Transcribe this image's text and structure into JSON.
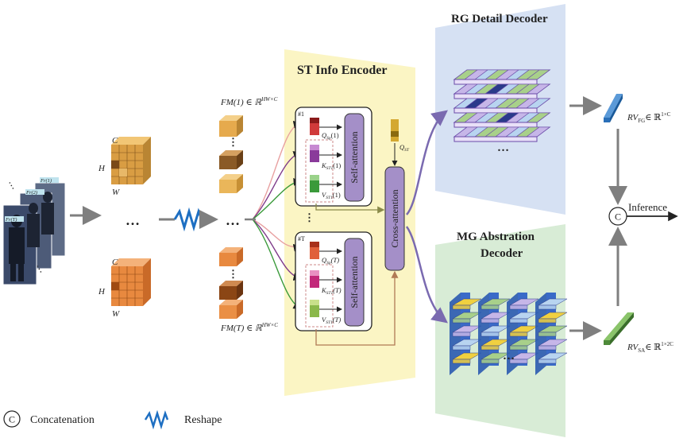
{
  "encoder": {
    "title": "ST Info Encoder",
    "self_attention": "Self-attention",
    "cross_attention": "Cross-attention",
    "group1_index": "#1",
    "groupT_index": "#T",
    "q_st": "Q",
    "q_st_sub": "ST",
    "q_sp_1": "Q",
    "q_sp_1_sub": "Sp",
    "q_sp_1_arg": "(1)",
    "k_st1_1": "K",
    "k_st1_1_sub": "ST1",
    "k_st1_1_arg": "(1)",
    "v_st1_1": "V",
    "v_st1_1_sub": "ST1",
    "v_st1_1_arg": "(1)",
    "q_sp_t": "Q",
    "q_sp_t_sub": "Sp",
    "q_sp_t_arg": "(T)",
    "k_st1_t": "K",
    "k_st1_t_sub": "ST1",
    "k_st1_t_arg": "(T)",
    "v_st1_t": "V",
    "v_st1_t_sub": "ST1",
    "v_st1_t_arg": "(T)"
  },
  "feature_maps": {
    "fm1": "FM(1) ∈ ℝ",
    "fm1_sup": "HW×C",
    "fmT": "FM(T) ∈ ℝ",
    "fmT_sup": "HW×C",
    "dim_c": "C",
    "dim_h": "H",
    "dim_w": "W"
  },
  "input_frames": {
    "fr1": "Fr(1)",
    "fr2": "Fr(2)",
    "frT": "Fr(T)"
  },
  "rg_decoder": {
    "title": "RG Detail Decoder",
    "output": "RV",
    "output_sub": "FG",
    "output_dim": "∈ ℝ",
    "output_sup": "1×C"
  },
  "mg_decoder": {
    "title_line1": "MG Abstration",
    "title_line2": "Decoder",
    "output": "RV",
    "output_sub": "SA",
    "output_dim": "∈ ℝ",
    "output_sup": "1×2C"
  },
  "inference": {
    "concat_symbol": "C",
    "label": "Inference"
  },
  "legend": {
    "concat_symbol": "C",
    "concat_label": "Concatenation",
    "reshape_label": "Reshape"
  },
  "ellipsis": "…",
  "colors": {
    "encoder_bg": "#fbf5c4",
    "rg_bg": "#d6e1f3",
    "mg_bg": "#d8ecd6",
    "arrow_gray": "#7f7f7f",
    "purple_arrow": "#7a6ab0",
    "attention_box": "#a48fc8",
    "reshape_blue": "#1e6fc2",
    "rv_fg": "#2a6fb8",
    "rv_sa": "#4e8a3a"
  }
}
